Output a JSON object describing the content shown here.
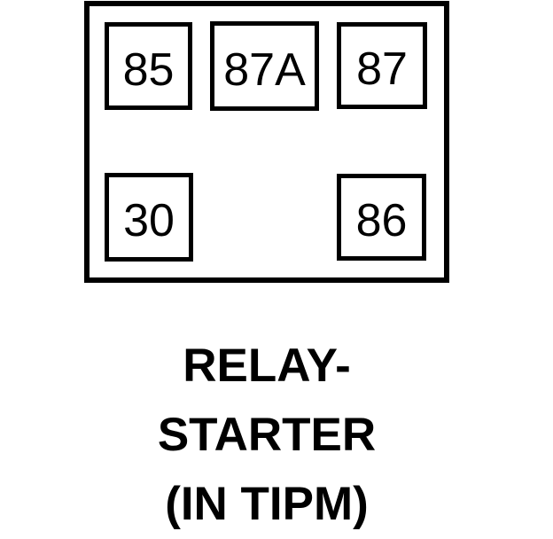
{
  "relay": {
    "pins": [
      {
        "id": "85",
        "label": "85"
      },
      {
        "id": "87A",
        "label": "87A"
      },
      {
        "id": "87",
        "label": "87"
      },
      {
        "id": "30",
        "label": "30"
      },
      {
        "id": "86",
        "label": "86"
      }
    ],
    "caption": {
      "line1": "RELAY-",
      "line2": "STARTER",
      "line3": "(IN TIPM)"
    },
    "colors": {
      "ink": "#000000",
      "background": "#ffffff"
    }
  }
}
